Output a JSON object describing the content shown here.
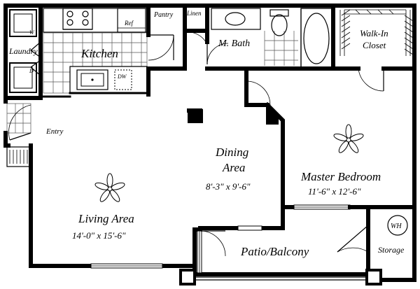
{
  "rooms": {
    "kitchen": "Kitchen",
    "laundry": "Laundry",
    "pantry": "Pantry",
    "linen": "Linen",
    "master_bath": "M. Bath",
    "walk_in_closet_line1": "Walk-In",
    "walk_in_closet_line2": "Closet",
    "entry": "Entry",
    "dining_area_line1": "Dining",
    "dining_area_line2": "Area",
    "dining_area_dims": "8'-3\" x 9'-6\"",
    "master_bedroom": "Master Bedroom",
    "master_bedroom_dims": "11'-6\" x 12'-6\"",
    "living_area": "Living Area",
    "living_area_dims": "14'-0\" x 15'-6\"",
    "patio_balcony": "Patio/Balcony",
    "storage": "Storage"
  },
  "fixtures": {
    "washer": "W",
    "dryer": "D",
    "refrigerator": "Ref",
    "dishwasher": "DW",
    "water_heater": "WH"
  }
}
